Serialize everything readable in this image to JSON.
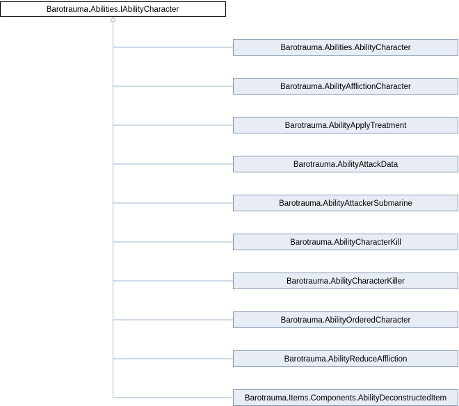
{
  "diagram": {
    "base_class": "Barotrauma.Abilities.IAbilityCharacter",
    "derived_classes": [
      "Barotrauma.Abilities.AbilityCharacter",
      "Barotrauma.AbilityAfflictionCharacter",
      "Barotrauma.AbilityApplyTreatment",
      "Barotrauma.AbilityAttackData",
      "Barotrauma.AbilityAttackerSubmarine",
      "Barotrauma.AbilityCharacterKill",
      "Barotrauma.AbilityCharacterKiller",
      "Barotrauma.AbilityOrderedCharacter",
      "Barotrauma.AbilityReduceAffliction",
      "Barotrauma.Items.Components.AbilityDeconstructedItem"
    ],
    "colors": {
      "base_fill": "#ffffff",
      "base_border": "#000000",
      "derived_fill": "#e8edf5",
      "derived_border": "#8497b0",
      "edge": "#9fb7cf"
    }
  }
}
